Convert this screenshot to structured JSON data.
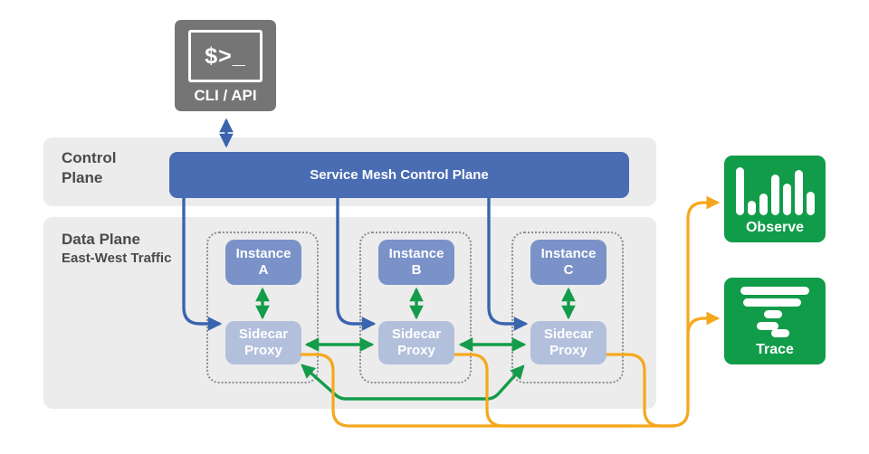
{
  "cli": {
    "prompt": "$>_",
    "label": "CLI / API"
  },
  "control_plane": {
    "label_line1": "Control",
    "label_line2": "Plane"
  },
  "control_bar": {
    "label": "Service Mesh Control Plane"
  },
  "data_plane": {
    "label": "Data Plane",
    "sublabel": "East-West Traffic"
  },
  "groups": [
    {
      "instance": {
        "line1": "Instance",
        "line2": "A"
      },
      "proxy": {
        "line1": "Sidecar",
        "line2": "Proxy"
      }
    },
    {
      "instance": {
        "line1": "Instance",
        "line2": "B"
      },
      "proxy": {
        "line1": "Sidecar",
        "line2": "Proxy"
      }
    },
    {
      "instance": {
        "line1": "Instance",
        "line2": "C"
      },
      "proxy": {
        "line1": "Sidecar",
        "line2": "Proxy"
      }
    }
  ],
  "outputs": {
    "observe": {
      "label": "Observe",
      "icon": "bar-chart-icon"
    },
    "trace": {
      "label": "Trace",
      "icon": "trace-spans-icon"
    }
  },
  "colors": {
    "control_arrow_blue": "#3B64AF",
    "mesh_traffic_green": "#149C4A",
    "telemetry_yellow": "#F5A81C",
    "control_bar_blue": "#4A6CB3",
    "instance_blue": "#7A92C8",
    "sidecar_blue": "#B3C0DC",
    "output_green": "#119C4A",
    "cli_gray": "#757575",
    "panel_gray": "#ECECEC",
    "label_gray": "#4A4A4A"
  }
}
